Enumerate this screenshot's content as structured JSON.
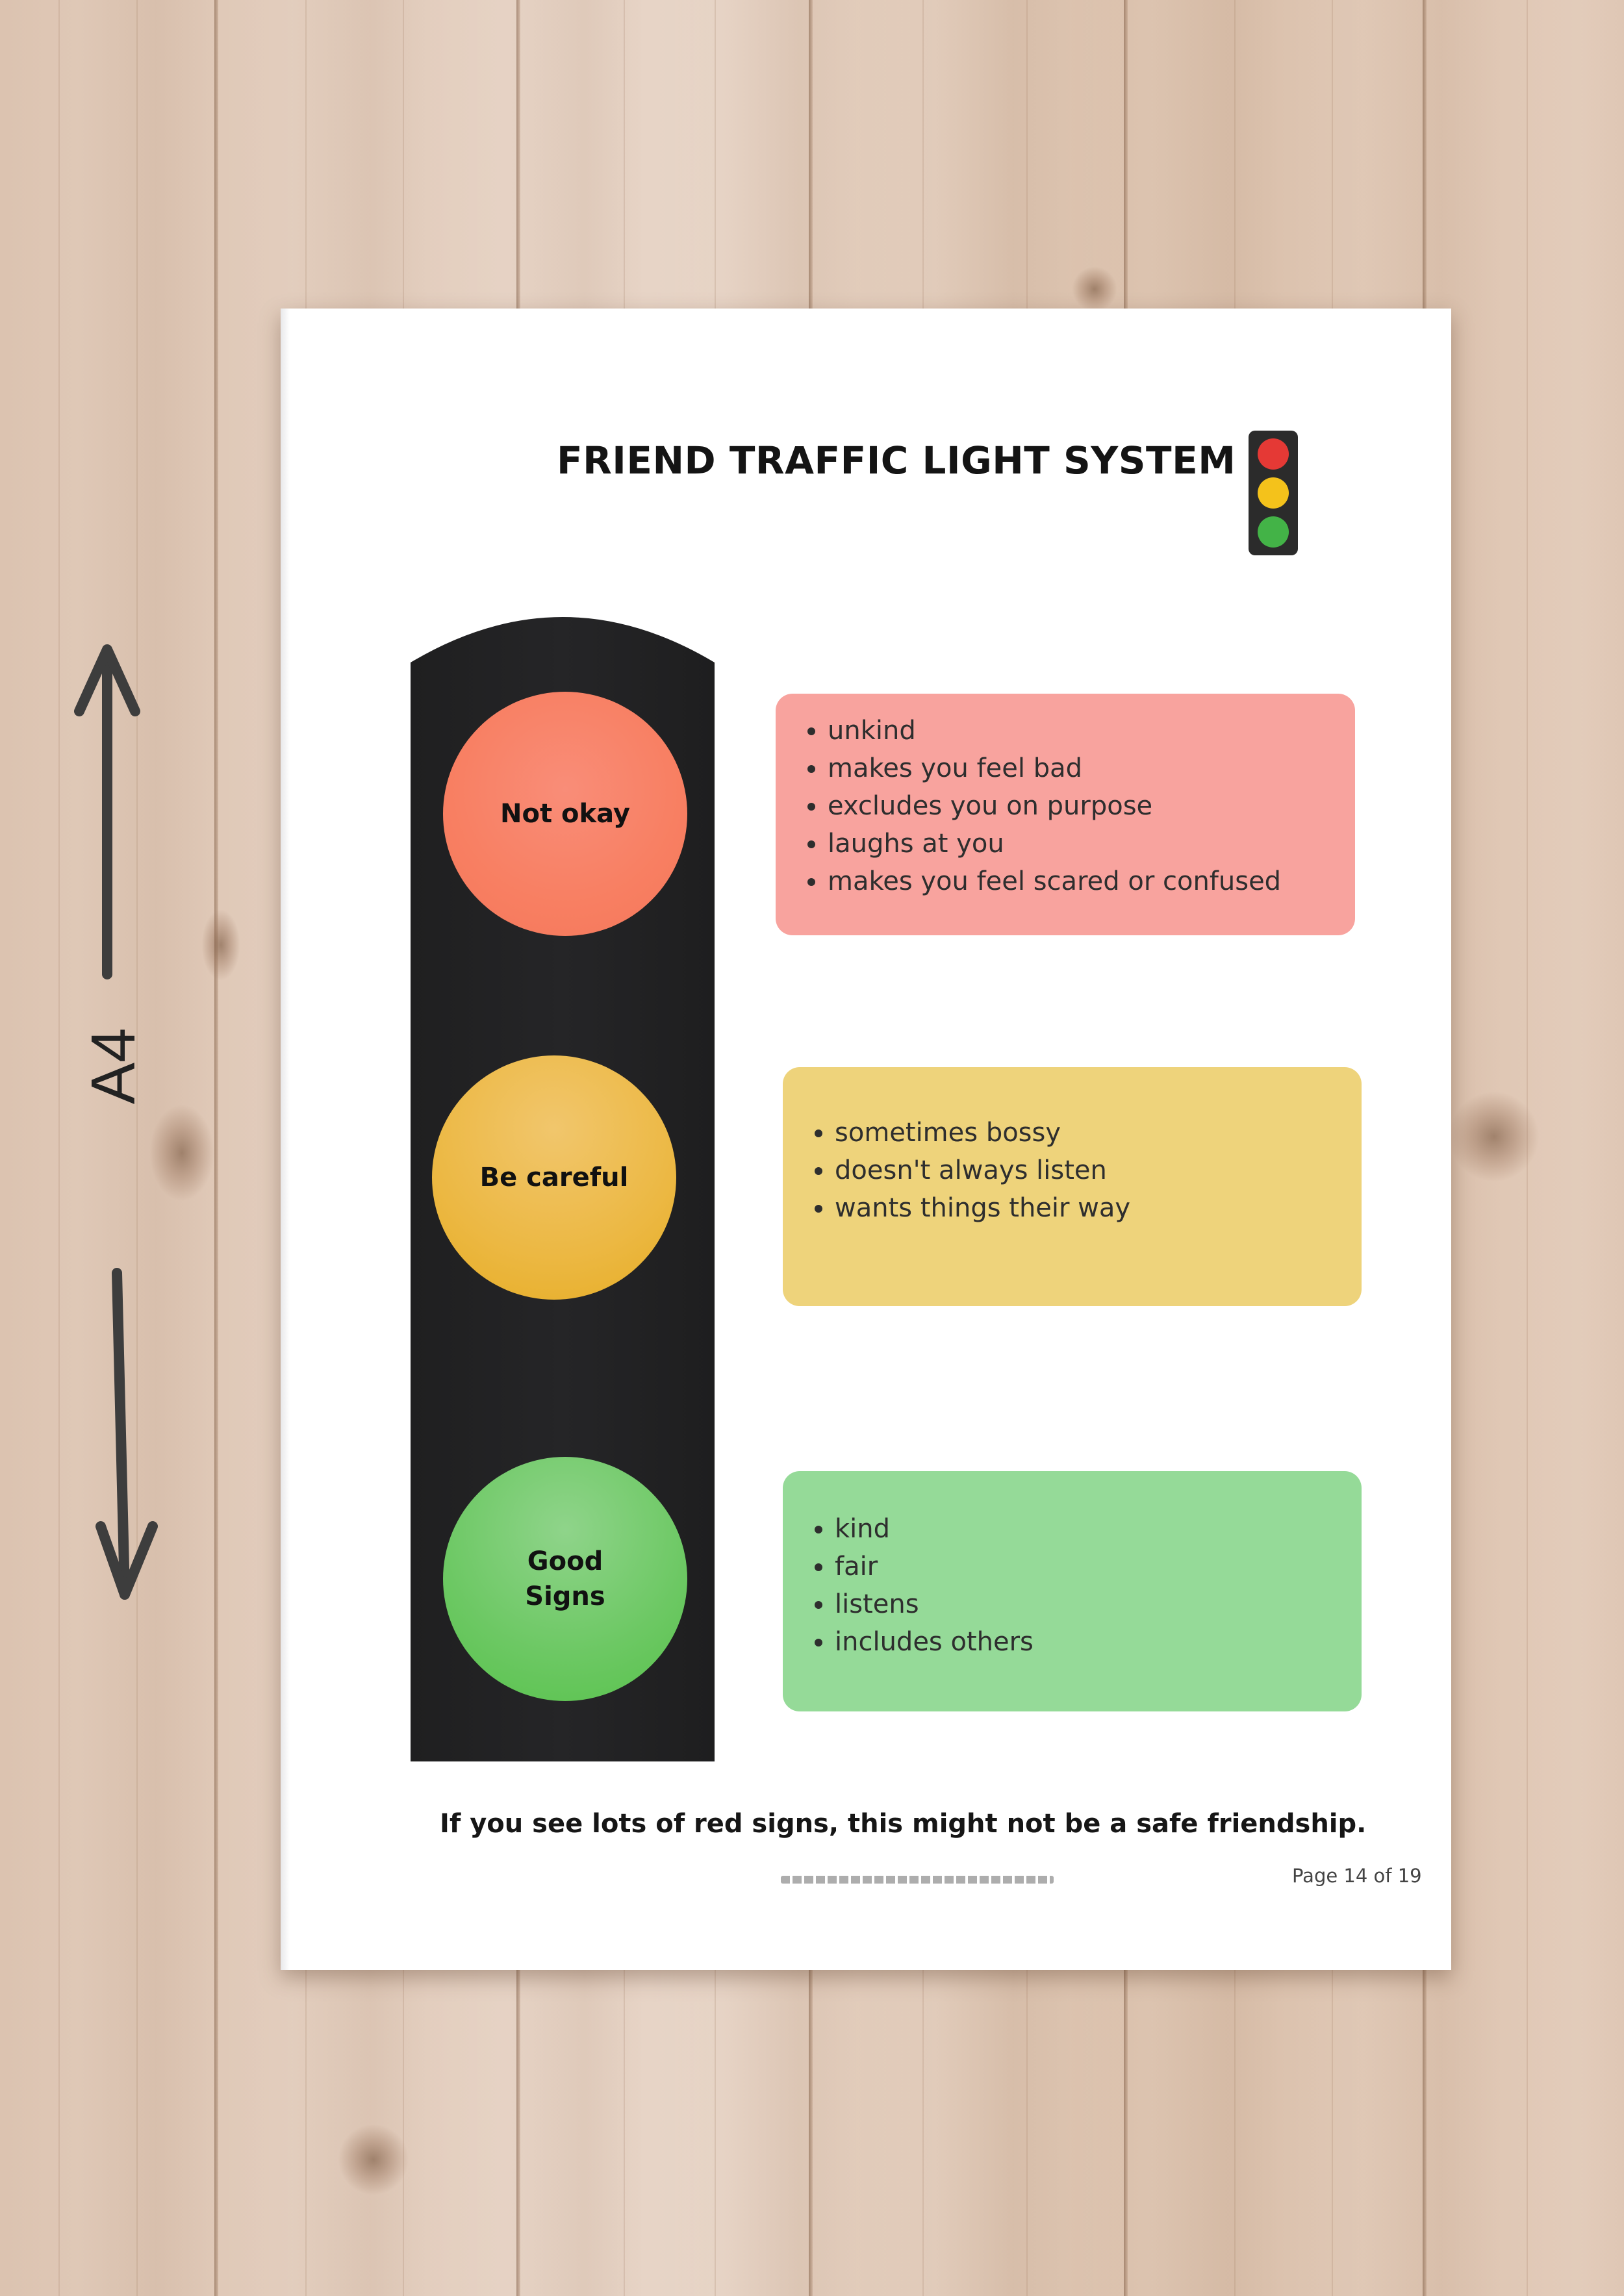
{
  "annotation": {
    "size_label": "A4"
  },
  "document": {
    "title": "FRIEND TRAFFIC LIGHT SYSTEM",
    "lights": [
      {
        "label": "Not okay",
        "color": "#f87f62",
        "items": [
          "unkind",
          "makes you feel bad",
          "excludes you on purpose",
          "laughs at you",
          "makes you feel scared or confused"
        ],
        "box_color": "#f8a39e"
      },
      {
        "label": "Be careful",
        "color": "#ecb843",
        "items": [
          "sometimes bossy",
          "doesn't always listen",
          "wants things their way"
        ],
        "box_color": "#eed37b"
      },
      {
        "label_line1": "Good",
        "label_line2": "Signs",
        "color": "#6cc863",
        "items": [
          "kind",
          "fair",
          "listens",
          "includes others"
        ],
        "box_color": "#95da98"
      }
    ],
    "note": "If you see lots of red signs, this might not be a safe friendship.",
    "page_number": "Page 14 of 19"
  },
  "icons": {
    "title_icon": "traffic-light-icon",
    "arrow_up": "arrow-up-icon",
    "arrow_down": "arrow-down-icon"
  }
}
